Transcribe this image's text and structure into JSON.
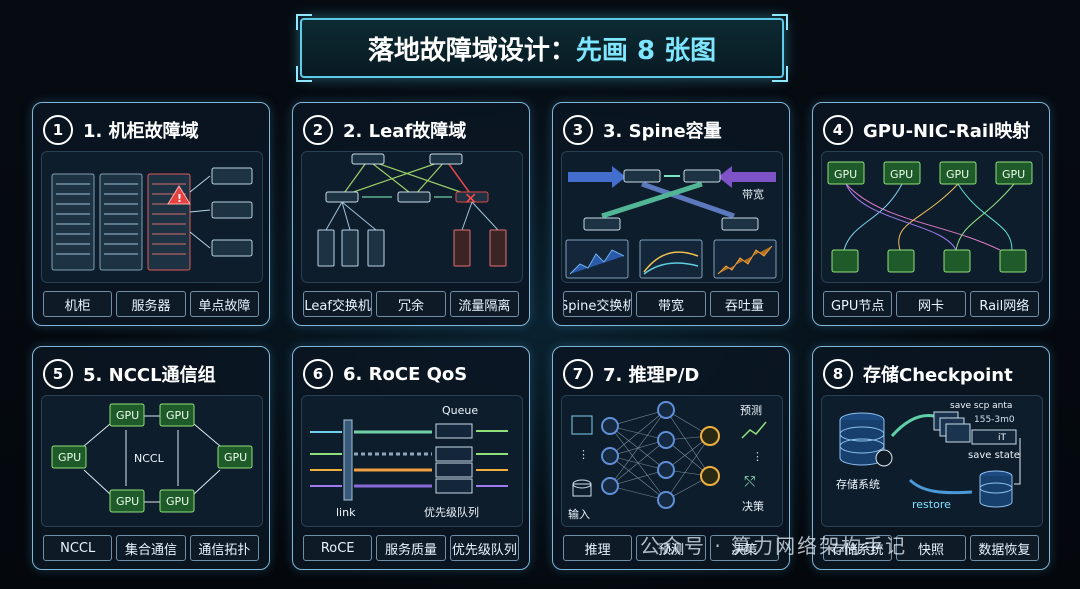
{
  "title": {
    "part1": "落地故障域设计：",
    "part2": "先画 8 张图"
  },
  "cards": [
    {
      "num": "1",
      "title": "1. 机柜故障域",
      "tags": [
        "机柜",
        "服务器",
        "单点故障"
      ]
    },
    {
      "num": "2",
      "title": "2. Leaf故障域",
      "tags": [
        "Leaf交换机",
        "冗余",
        "流量隔离"
      ]
    },
    {
      "num": "3",
      "title": "3. Spine容量",
      "tags": [
        "Spine交换机",
        "带宽",
        "吞吐量"
      ],
      "labels": {
        "bandwidth": "带宽"
      }
    },
    {
      "num": "4",
      "title": "GPU-NIC-Rail映射",
      "tags": [
        "GPU节点",
        "网卡",
        "Rail网络"
      ],
      "labels": {
        "gpu": "GPU"
      }
    },
    {
      "num": "5",
      "title": "5. NCCL通信组",
      "tags": [
        "NCCL",
        "集合通信",
        "通信拓扑"
      ],
      "labels": {
        "gpu": "GPU",
        "center": "NCCL"
      }
    },
    {
      "num": "6",
      "title": "6. RoCE QoS",
      "tags": [
        "RoCE",
        "服务质量",
        "优先级队列"
      ],
      "labels": {
        "queue": "Queue",
        "link": "link",
        "priority": "优先级队列"
      }
    },
    {
      "num": "7",
      "title": "7. 推理P/D",
      "tags": [
        "推理",
        "预测",
        "决策"
      ],
      "labels": {
        "input": "输入",
        "predict": "预测",
        "decide": "决策"
      }
    },
    {
      "num": "8",
      "title": "存储Checkpoint",
      "tags": [
        "存储系统",
        "快照",
        "数据恢复"
      ],
      "labels": {
        "storage": "存储系统",
        "save1": "save scp anta",
        "save2": "155-3m0",
        "save3": "iT",
        "savestate": "save state",
        "restore": "restore"
      }
    }
  ],
  "watermark": "公众号 · 算力网络架构手记"
}
